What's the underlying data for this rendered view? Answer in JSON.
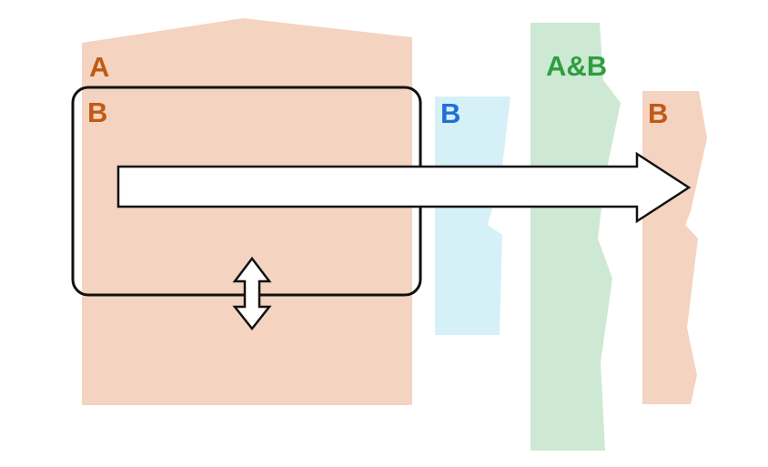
{
  "diagram": {
    "title": "",
    "labels": {
      "region_a": "A",
      "region_b_inner": "B",
      "strip_b_cyan": "B",
      "strip_ab": "A&B",
      "strip_b_right": "B"
    },
    "colors": {
      "background": "#ffffff",
      "region_a_fill": "#f4d3c0",
      "strip_b_cyan_fill": "#d5f1f7",
      "strip_ab_fill": "#cde9d3",
      "strip_b_right_fill": "#f4d3c0",
      "label_orange": "#c05a15",
      "label_blue": "#2070d8",
      "label_green": "#2e9e40",
      "outline": "#111111",
      "arrow_fill": "#ffffff"
    }
  }
}
